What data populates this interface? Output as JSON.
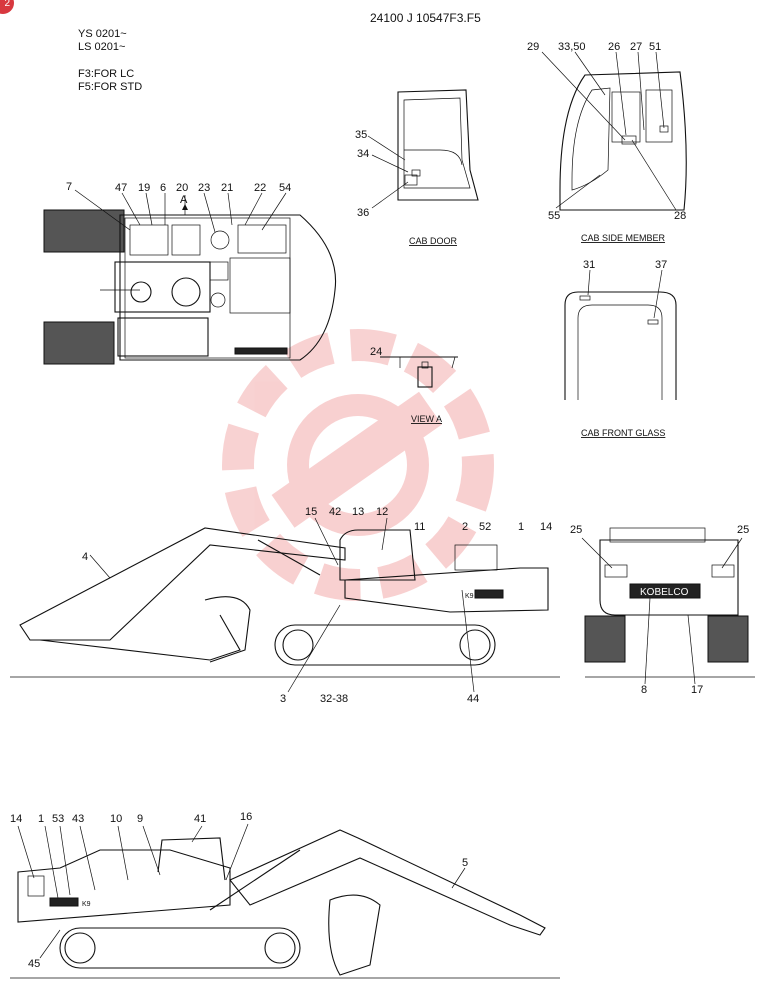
{
  "header": {
    "part_number": "24100 J 10547F3.F5",
    "serials": [
      "YS 0201~",
      "LS 0201~"
    ],
    "notes": [
      "F3:FOR LC",
      "F5:FOR STD"
    ],
    "corner_badge": "2"
  },
  "views": {
    "cab_door": "CAB DOOR",
    "cab_side_member": "CAB SIDE MEMBER",
    "view_a": "VIEW A",
    "cab_front_glass": "CAB FRONT GLASS",
    "marker_a": "A"
  },
  "decals": {
    "brand": "KOBELCO"
  },
  "callouts": {
    "top_plan": [
      "7",
      "47",
      "19",
      "6",
      "20",
      "23",
      "21",
      "22",
      "54"
    ],
    "cab_door": [
      "35",
      "34",
      "36"
    ],
    "cab_side": [
      "29",
      "33,50",
      "26",
      "27",
      "51",
      "55",
      "28"
    ],
    "cab_front": [
      "31",
      "37"
    ],
    "view_a": [
      "24"
    ],
    "side_right_top": [
      "4",
      "15",
      "42",
      "13",
      "12",
      "11",
      "2",
      "52",
      "1",
      "14"
    ],
    "side_right_bottom": [
      "3",
      "32-38",
      "44"
    ],
    "rear": [
      "25",
      "25",
      "8",
      "17"
    ],
    "side_left_top": [
      "14",
      "1",
      "53",
      "43",
      "10",
      "9",
      "41",
      "16",
      "5"
    ],
    "side_left_bottom": [
      "45"
    ]
  }
}
